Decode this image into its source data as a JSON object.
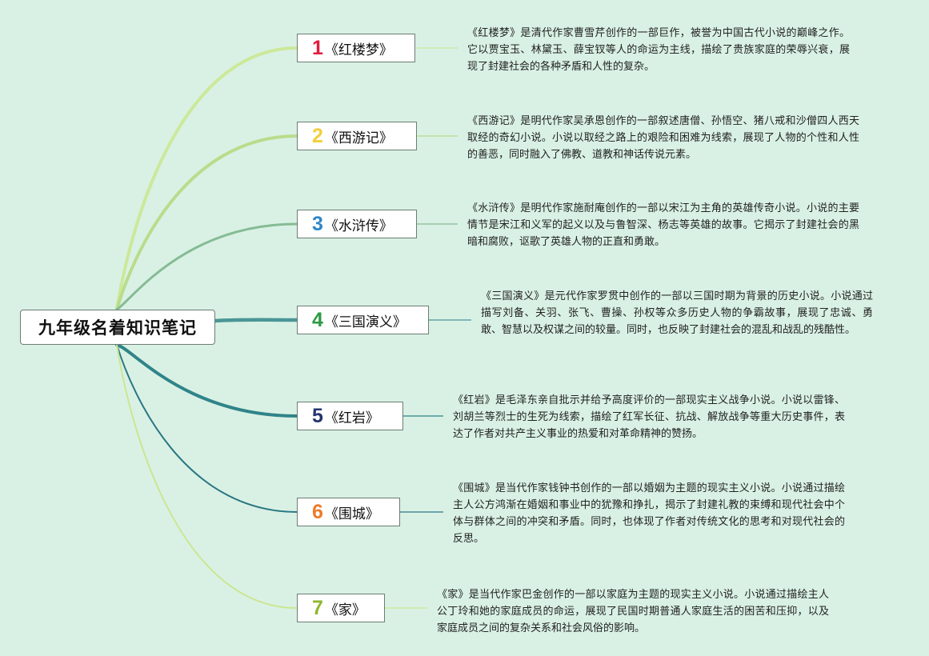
{
  "root": {
    "title": "九年级名着知识笔记"
  },
  "branches": [
    {
      "number": "1",
      "title": "《红楼梦》",
      "color": "#e21d3d",
      "line_color": "#cce89a",
      "description": "《红楼梦》是清代作家曹雪芹创作的一部巨作，被誉为中国古代小说的巅峰之作。它以贾宝玉、林黛玉、薛宝钗等人的命运为主线，描绘了贵族家庭的荣辱兴衰，展现了封建社会的各种矛盾和人性的复杂。"
    },
    {
      "number": "2",
      "title": "《西游记》",
      "color": "#f2cf3b",
      "line_color": "#b9dc8c",
      "description": "《西游记》是明代作家吴承恩创作的一部叙述唐僧、孙悟空、猪八戒和沙僧四人西天取经的奇幻小说。小说以取经之路上的艰险和困难为线索，展现了人物的个性和人性的善恶，同时融入了佛教、道教和神话传说元素。"
    },
    {
      "number": "3",
      "title": "《水浒传》",
      "color": "#2f86c7",
      "line_color": "#86bb94",
      "description": "《水浒传》是明代作家施耐庵创作的一部以宋江为主角的英雄传奇小说。小说的主要情节是宋江和义军的起义以及与鲁智深、杨志等英雄的故事。它揭示了封建社会的黑暗和腐败，讴歌了英雄人物的正直和勇敢。"
    },
    {
      "number": "4",
      "title": "《三国演义》",
      "color": "#2d9a43",
      "line_color": "#4a9696",
      "description": "《三国演义》是元代作家罗贯中创作的一部以三国时期为背景的历史小说。小说通过描写刘备、关羽、张飞、曹操、孙权等众多历史人物的争霸故事，展现了忠诚、勇敢、智慧以及权谋之间的较量。同时，也反映了封建社会的混乱和战乱的残酷性。"
    },
    {
      "number": "5",
      "title": "《红岩》",
      "color": "#23356f",
      "line_color": "#2f8489",
      "description": "《红岩》是毛泽东亲自批示并给予高度评价的一部现实主义战争小说。小说以雷锋、刘胡兰等烈士的生死为线索，描绘了红军长征、抗战、解放战争等重大历史事件，表达了作者对共产主义事业的热爱和对革命精神的赞扬。"
    },
    {
      "number": "6",
      "title": "《围城》",
      "color": "#ef7a2a",
      "line_color": "#2a7684",
      "description": "《围城》是当代作家钱钟书创作的一部以婚姻为主题的现实主义小说。小说通过描绘主人公方鸿渐在婚姻和事业中的犹豫和挣扎，揭示了封建礼教的束缚和现代社会中个体与群体之间的冲突和矛盾。同时，也体现了作者对传统文化的思考和对现代社会的反思。"
    },
    {
      "number": "7",
      "title": "《家》",
      "color": "#8fb72c",
      "line_color": "#cbe692",
      "description": "《家》是当代作家巴金创作的一部以家庭为主题的现实主义小说。小说通过描绘主人公丁玲和她的家庭成员的命运，展现了民国时期普通人家庭生活的困苦和压抑，以及家庭成员之间的复杂关系和社会风俗的影响。"
    }
  ]
}
